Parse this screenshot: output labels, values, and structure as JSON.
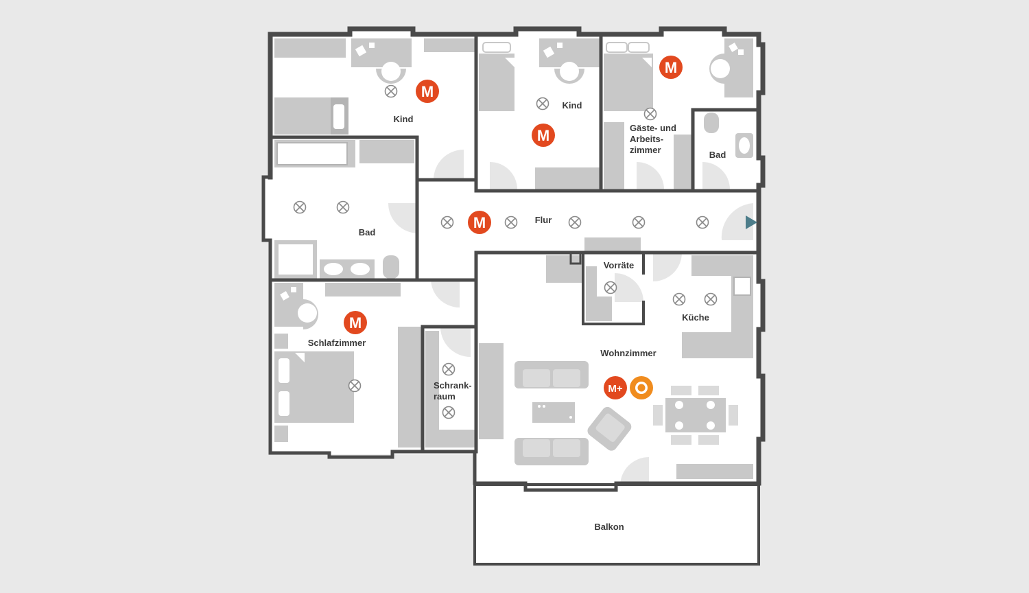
{
  "rooms": {
    "kind_1": "Kind",
    "kind_2": "Kind",
    "gaeste_1": "Gäste- und",
    "gaeste_2": "Arbeits-",
    "gaeste_3": "zimmer",
    "bad_small": "Bad",
    "bad_main": "Bad",
    "flur": "Flur",
    "vorraete": "Vorräte",
    "kueche": "Küche",
    "schlafzimmer": "Schlafzimmer",
    "schrank_1": "Schrank-",
    "schrank_2": "raum",
    "wohnzimmer": "Wohnzimmer",
    "balkon": "Balkon"
  },
  "markers": {
    "m": "M",
    "m_plus": "M+"
  },
  "colors": {
    "background": "#e9e9e9",
    "wall": "#4a4a4a",
    "floor": "#ffffff",
    "furniture": "#c8c8c8",
    "furniture_dark": "#b4b4b4",
    "door": "#e6e6e6",
    "marker_red": "#e2491f",
    "marker_orange": "#f08c1e",
    "entry_arrow": "#4d7d8a",
    "light_symbol": "#8a8a8a",
    "label": "#3a3a3a"
  },
  "icons": [
    "ceiling-light-icon",
    "smoke-detector-icon",
    "entry-arrow-icon"
  ]
}
